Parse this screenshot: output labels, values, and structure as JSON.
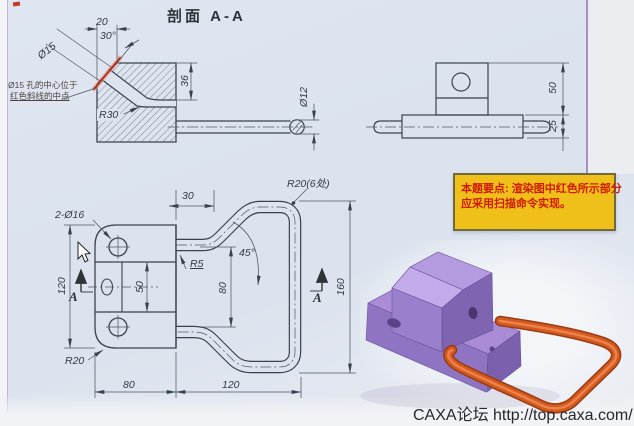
{
  "page": {
    "watermark": "CAXA论坛 http://top.caxa.com/"
  },
  "colors": {
    "paper": "#dde4f0",
    "line": "#39434e",
    "highlight_red": "#c03522",
    "note_bg": "#f0c01a",
    "note_text": "#cf1a00",
    "model_purple": "#9a7fcc",
    "model_orange": "#cf5a22",
    "page_edge_purple": "#ab8fc2"
  },
  "section_view": {
    "title": "剖面 A-A",
    "dim_width": "20",
    "dim_angle": "30°",
    "dim_hole": "Ø15",
    "dim_height": "36",
    "dim_radius": "R30",
    "dim_pin": "Ø12",
    "note_line1": "Ø15 孔的中心位于",
    "note_line2": "红色斜线的中点"
  },
  "side_view": {
    "dim_upper": "50",
    "dim_lower": "25"
  },
  "main_view": {
    "dim_holes": "2-Ø16",
    "dim_height": "120",
    "dim_inner": "50",
    "dim_neck": "30",
    "dim_fillet": "R5",
    "dim_angle": "45°",
    "dim_span": "80",
    "dim_corners": "R20(6处)",
    "dim_loop_height": "160",
    "dim_corner_bl": "R20",
    "dim_body_width": "80",
    "dim_loop_width": "120",
    "section_label_left": "A",
    "section_label_right": "A"
  },
  "note_box": {
    "line1": "本题要点: 渲染图中红色所示部分",
    "line2": "应采用扫描命令实现。"
  }
}
